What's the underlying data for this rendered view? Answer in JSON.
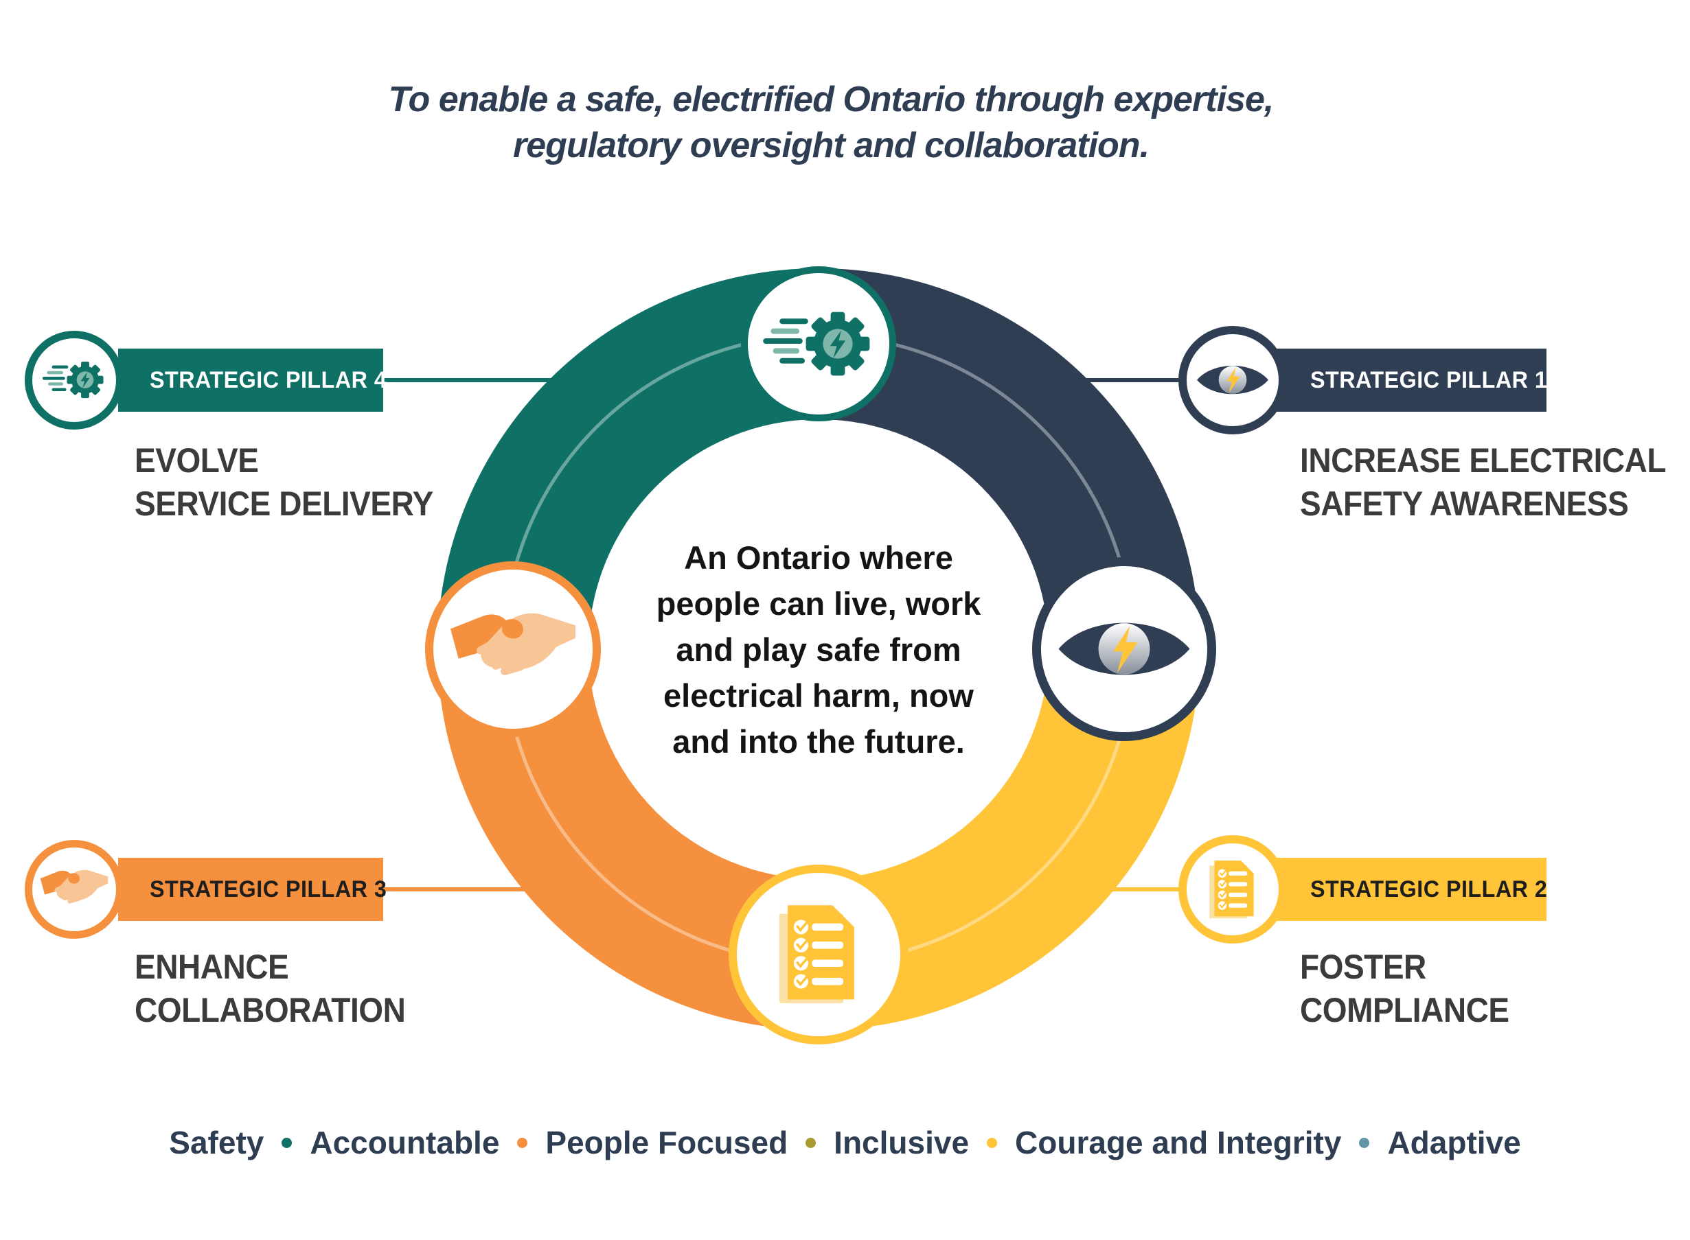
{
  "title": {
    "line1": "To enable a safe, electrified Ontario through expertise,",
    "line2": "regulatory oversight and collaboration."
  },
  "vision": {
    "lines": [
      "An Ontario where",
      "people can live, work",
      "and play safe from",
      "electrical harm, now",
      "and into the future."
    ]
  },
  "pillars": [
    {
      "number": "1",
      "badge": "STRATEGIC PILLAR 1",
      "heading_line1": "INCREASE ELECTRICAL",
      "heading_line2": "SAFETY AWARENESS",
      "color": "#303E54",
      "icon": "eye-lightning-icon"
    },
    {
      "number": "2",
      "badge": "STRATEGIC PILLAR 2",
      "heading_line1": "FOSTER",
      "heading_line2": "COMPLIANCE",
      "color": "#FFC438",
      "icon": "checklist-icon"
    },
    {
      "number": "3",
      "badge": "STRATEGIC PILLAR 3",
      "heading_line1": "ENHANCE",
      "heading_line2": "COLLABORATION",
      "color": "#F5913E",
      "icon": "handshake-icon"
    },
    {
      "number": "4",
      "badge": "STRATEGIC PILLAR 4",
      "heading_line1": "EVOLVE",
      "heading_line2": "SERVICE DELIVERY",
      "color": "#0F7066",
      "icon": "speed-gear-icon"
    }
  ],
  "values": {
    "items": [
      "Safety",
      "Accountable",
      "People Focused",
      "Inclusive",
      "Courage and Integrity",
      "Adaptive"
    ],
    "separator_colors": [
      "#0F7066",
      "#F5913E",
      "#A79B2F",
      "#FFC438",
      "#6295A8"
    ]
  },
  "colors": {
    "teal": "#0F7066",
    "teal_light": "#7FB7AA",
    "navy": "#303E54",
    "yellow": "#FFC438",
    "yellow_light": "#FBE1A6",
    "orange": "#F5913E",
    "peach": "#F8C597",
    "heading_gray": "#3B3B3B",
    "title_navy": "#2E3D52",
    "bolt_yellow": "#FFC438"
  }
}
